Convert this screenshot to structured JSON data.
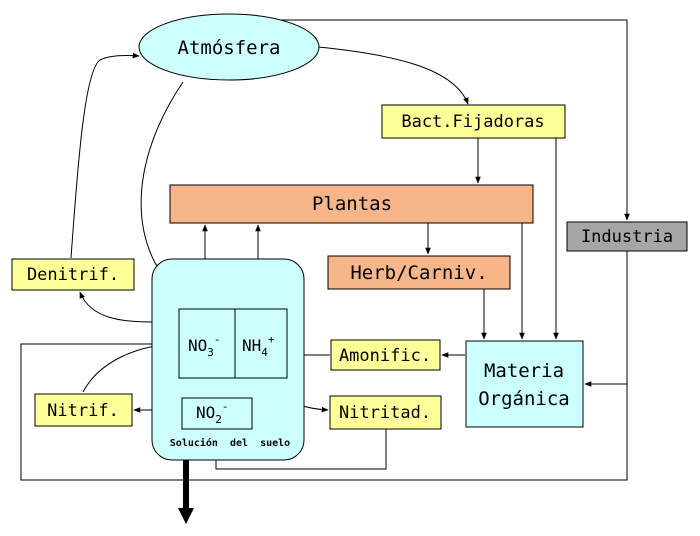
{
  "diagram": {
    "nodes": {
      "atmosfera": "Atmósfera",
      "bact_fijadoras": "Bact.Fijadoras",
      "plantas": "Plantas",
      "industria": "Industria",
      "denitrif": "Denitrif.",
      "herb_carniv": "Herb/Carniv.",
      "amonific": "Amonific.",
      "materia_organica_1": "Materia",
      "materia_organica_2": "Orgánica",
      "nitrif": "Nitrif.",
      "nitritad": "Nitritad.",
      "no3": "NO",
      "no3_sub": "3",
      "no3_sup": "-",
      "nh4": "NH",
      "nh4_sub": "4",
      "nh4_sup": "+",
      "no2": "NO",
      "no2_sub": "2",
      "no2_sup": "-",
      "solucion_label": "Solución  del  suelo"
    },
    "colors": {
      "atmosphere_fill": "#ccffff",
      "yellow_fill": "#ffff99",
      "orange_fill": "#f7b58a",
      "cyan_fill": "#ccffff",
      "gray_fill": "#a6a6a6"
    }
  }
}
